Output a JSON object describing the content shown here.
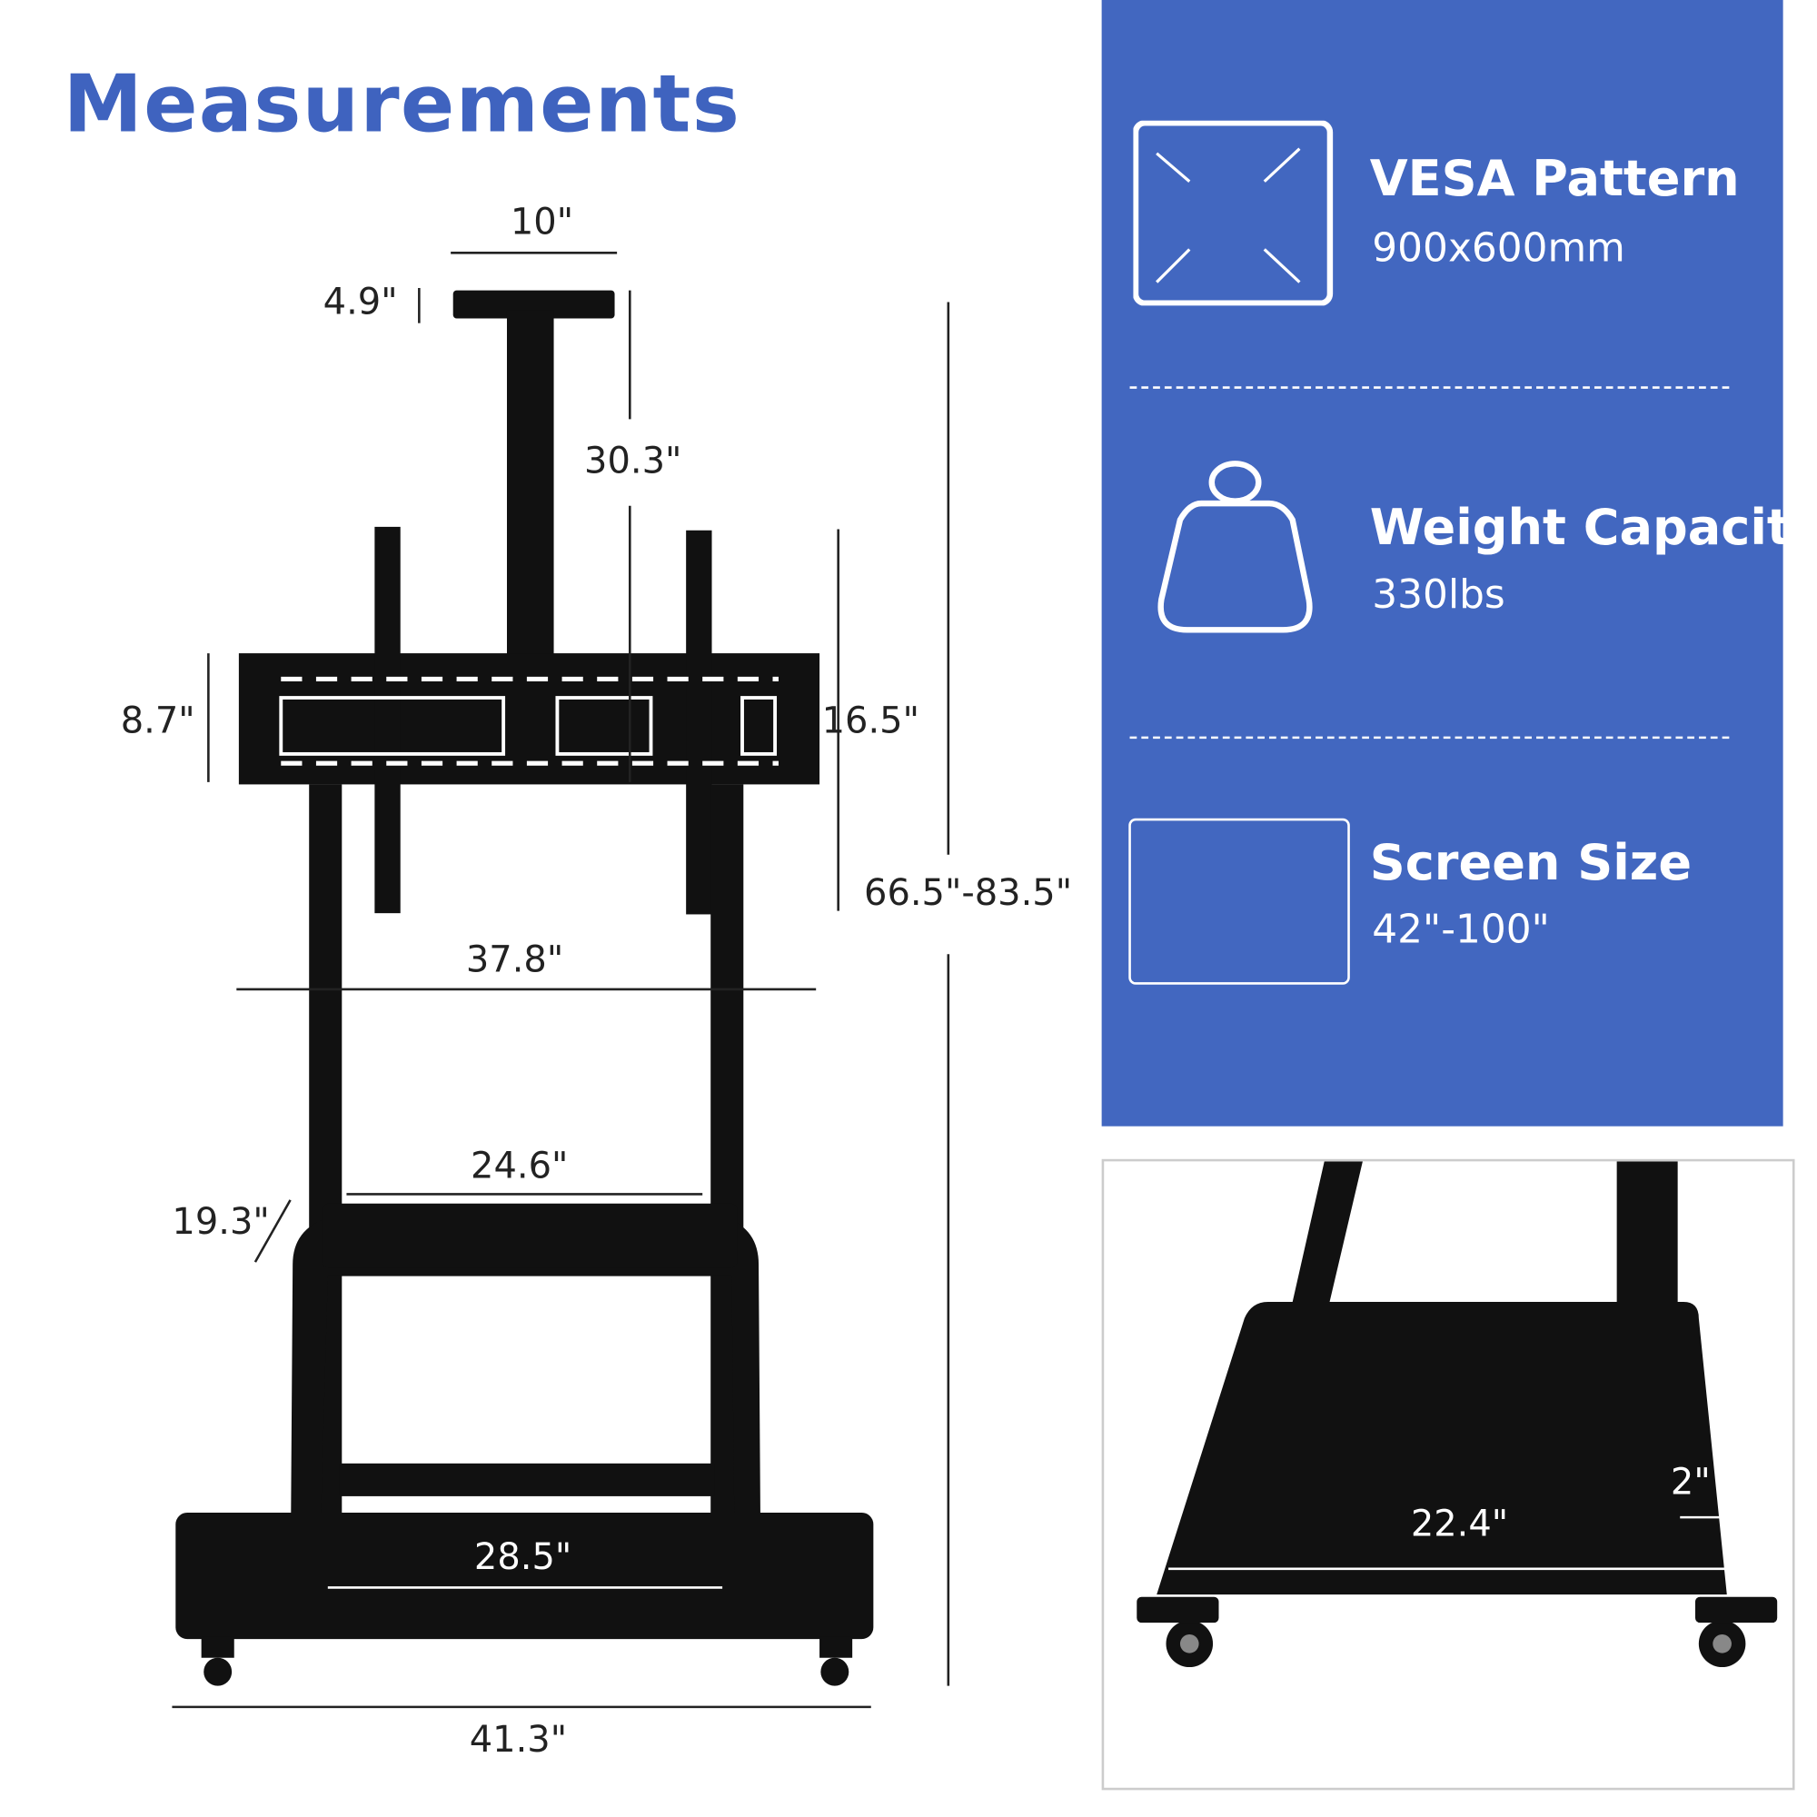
{
  "title": "Measurements",
  "dimensions": {
    "top_width": "10\"",
    "top_depth": "4.9\"",
    "pole_height": "30.3\"",
    "bracket_height": "8.7\"",
    "vertical_arm": "16.5\"",
    "total_height": "66.5\"-83.5\"",
    "bracket_width": "37.8\"",
    "shelf_width": "24.6\"",
    "shelf_depth": "19.3\"",
    "base_inner": "28.5\"",
    "base_width": "41.3\"",
    "base_depth": "22.4\"",
    "base_thickness": "2\""
  },
  "features": [
    {
      "icon": "vesa-pattern-icon",
      "title": "VESA Pattern",
      "value": "900x600mm"
    },
    {
      "icon": "weight-icon",
      "title": "Weight Capacity",
      "value": "330lbs"
    },
    {
      "icon": "screen-icon",
      "title": "Screen Size",
      "value": "42\"-100\""
    }
  ],
  "colors": {
    "accent": "#4267c0",
    "title": "#3f63bf"
  }
}
